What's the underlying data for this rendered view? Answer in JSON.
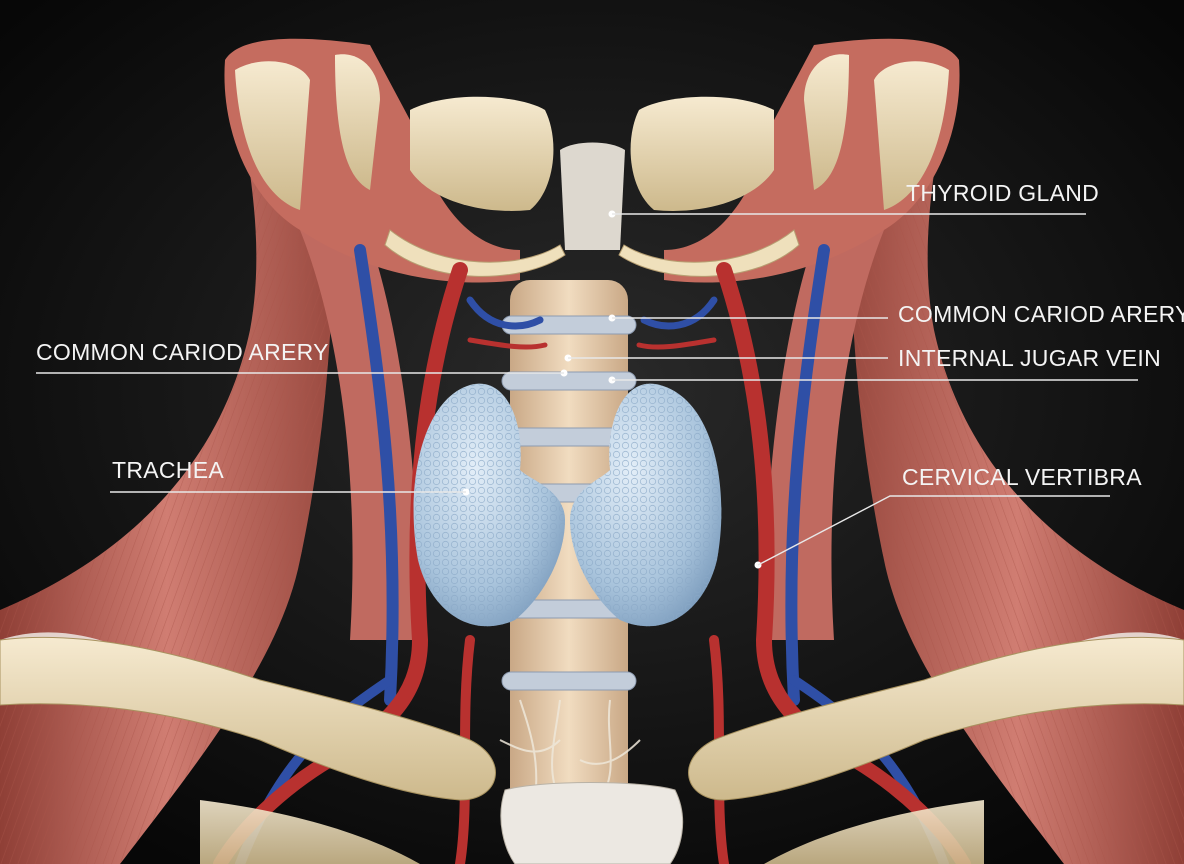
{
  "diagram": {
    "labels": {
      "thyroid_gland": "THYROID GLAND",
      "common_carotid_right": "COMMON CARIOD ARERY",
      "internal_jugular_vein": "INTERNAL JUGAR VEIN",
      "common_carotid_left": "COMMON CARIOD ARERY",
      "trachea": "TRACHEA",
      "cervical_vertebra": "CERVICAL VERTIBRA"
    },
    "colors": {
      "background": "#0b0b0b",
      "muscle": "#c9736a",
      "artery": "#b8312f",
      "vein": "#2f4fa6",
      "bone": "#e9d9b0",
      "thyroid": "#bcd3e6",
      "trachea_ring": "#c3cdda",
      "label_text": "#f4f4f4"
    }
  }
}
